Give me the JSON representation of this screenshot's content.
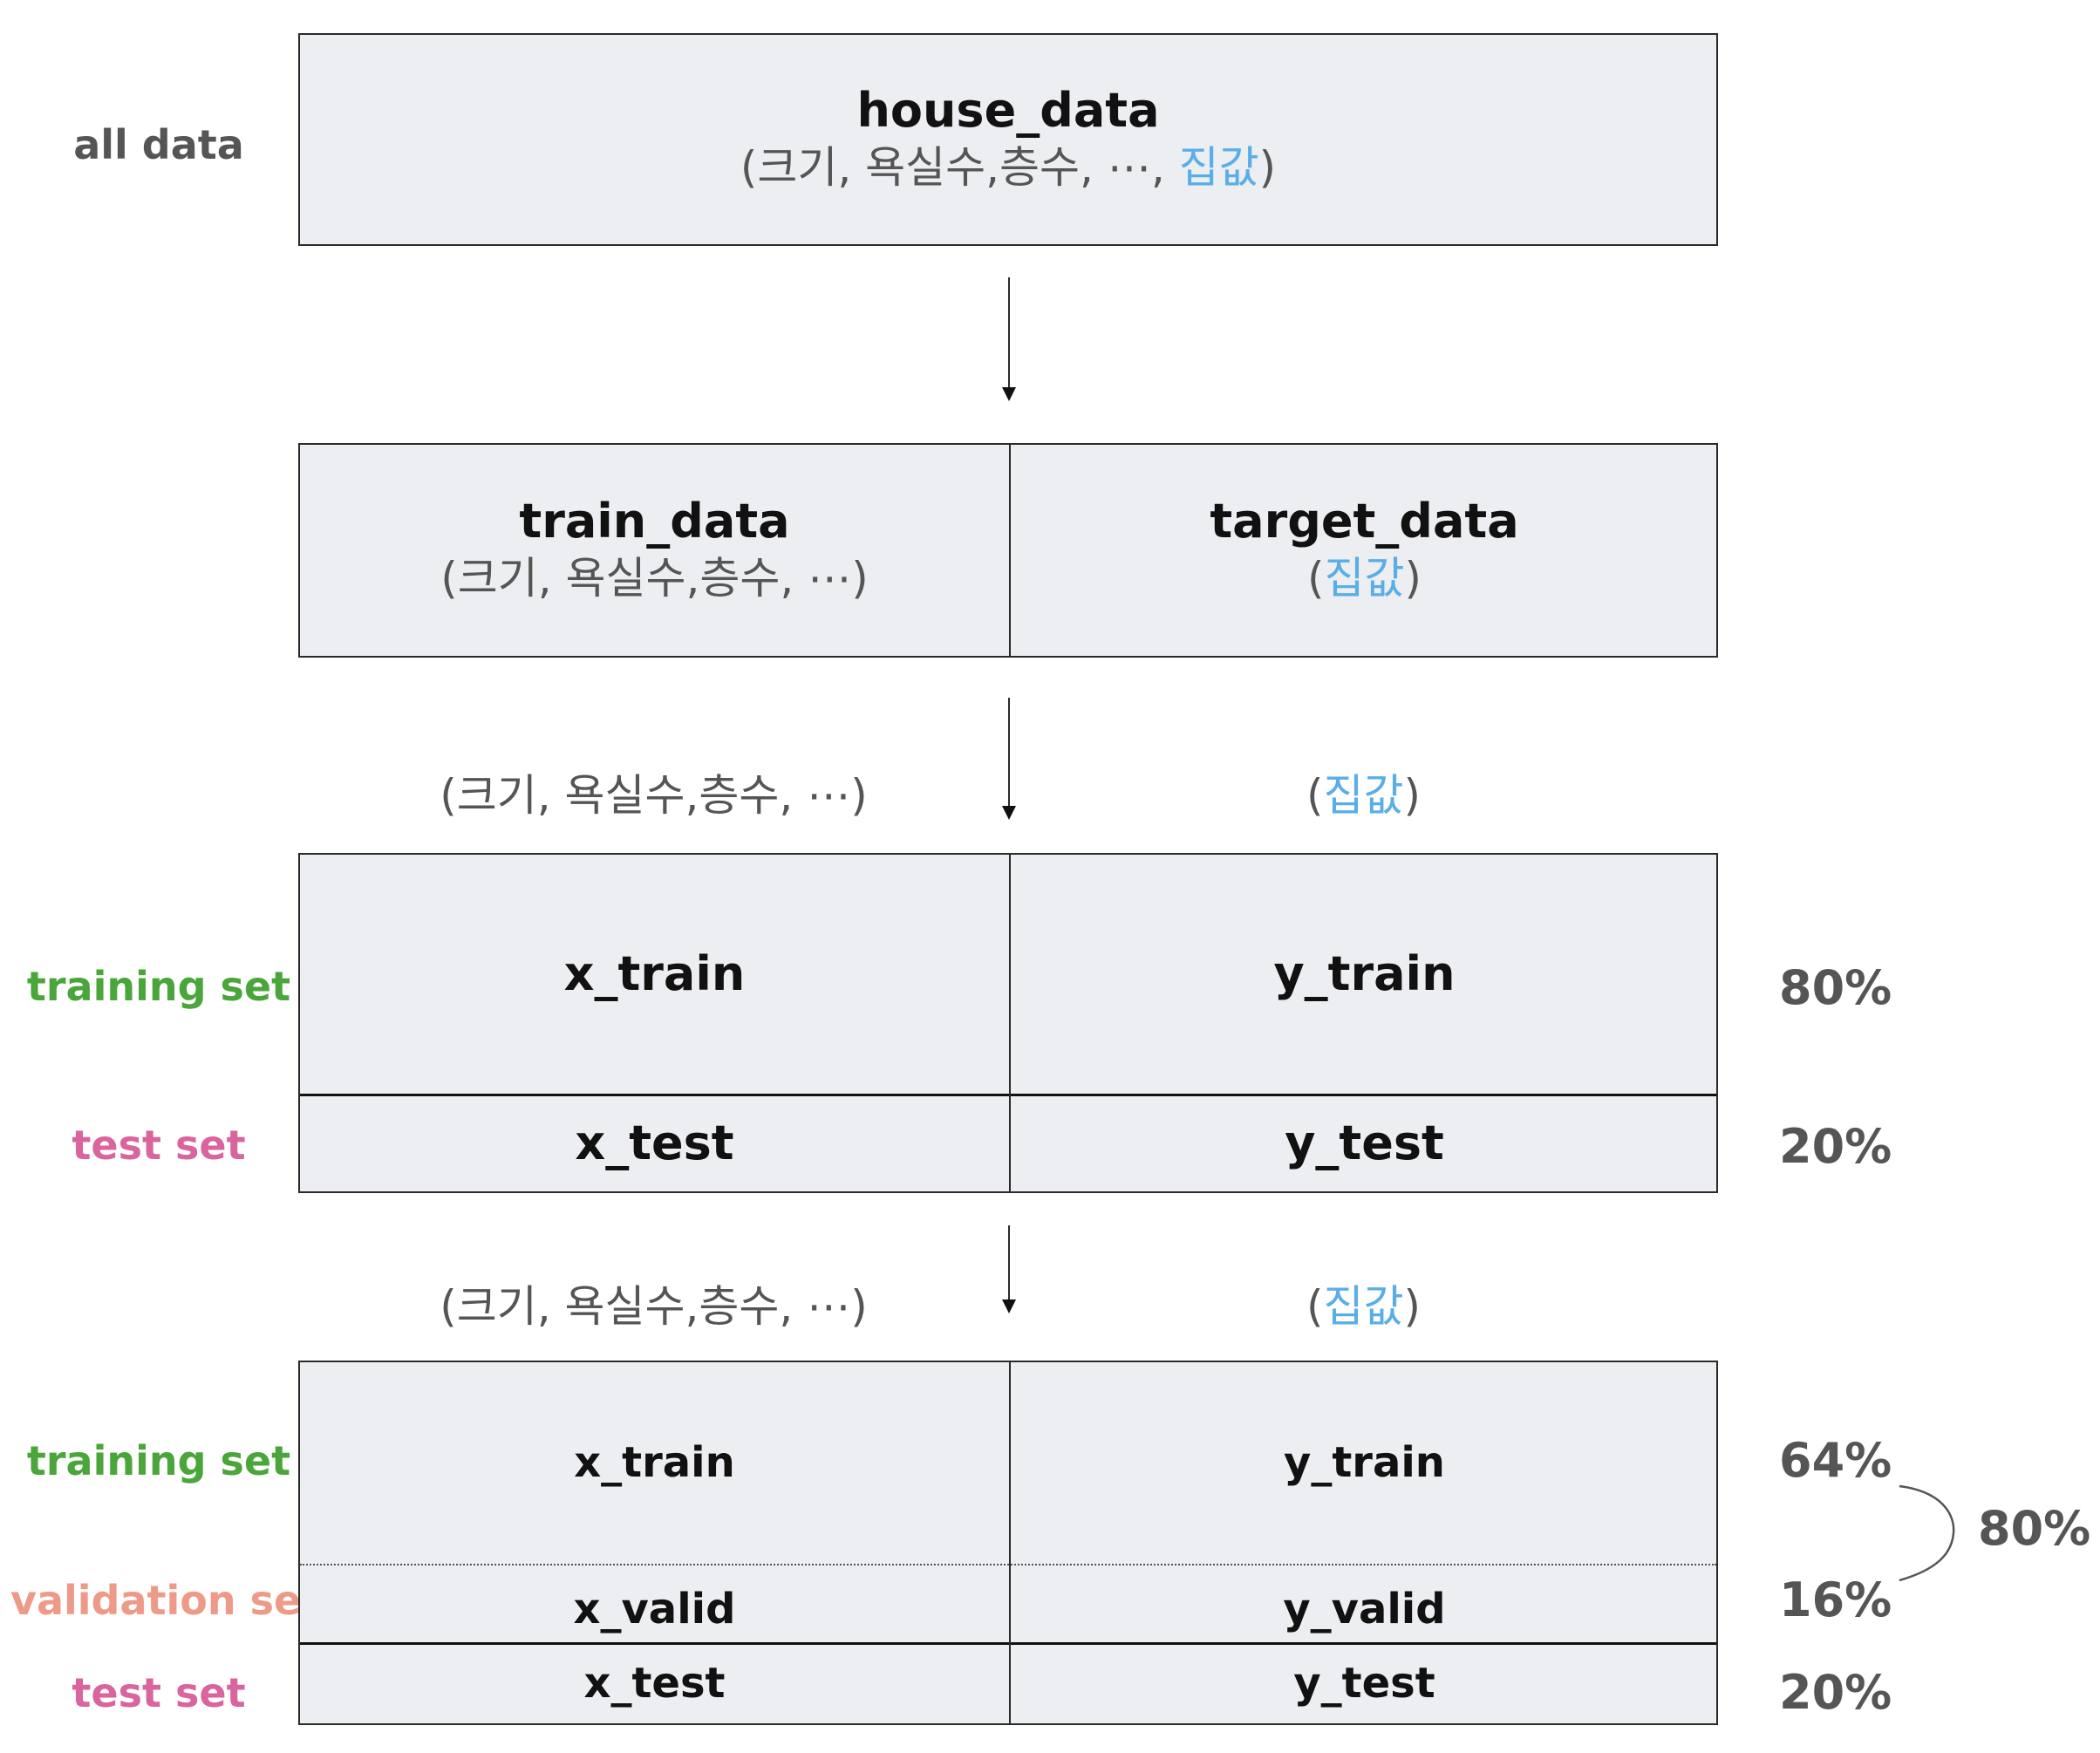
{
  "house_data": {
    "title": "house_data",
    "features": "(크기, 욕실수,층수, ⋯, ",
    "target": "집값",
    "close": ")"
  },
  "row_labels": {
    "all_data": "all data",
    "training_set": "training set",
    "test_set": "test set",
    "validation_set": "validation set"
  },
  "split1": {
    "train_title": "train_data",
    "train_sub": "(크기, 욕실수,층수, ⋯)",
    "target_title": "target_data",
    "target_open": "(",
    "target_value": "집값",
    "target_close": ")"
  },
  "split2": {
    "features_caption": "(크기, 욕실수,층수, ⋯)",
    "target_open": "(",
    "target_value": "집값",
    "target_close": ")",
    "x_train": "x_train",
    "y_train": "y_train",
    "x_test": "x_test",
    "y_test": "y_test",
    "train_pct": "80%",
    "test_pct": "20%"
  },
  "split3": {
    "features_caption": "(크기, 욕실수,층수, ⋯)",
    "target_open": "(",
    "target_value": "집값",
    "target_close": ")",
    "x_train": "x_train",
    "y_train": "y_train",
    "x_valid": "x_valid",
    "y_valid": "y_valid",
    "x_test": "x_test",
    "y_test": "y_test",
    "train_pct": "64%",
    "valid_pct": "16%",
    "test_pct": "20%",
    "combined_pct": "80%"
  },
  "colors": {
    "box_fill": "#eceef2",
    "border": "#2a2a2a",
    "target_blue": "#5aaee8",
    "training_green": "#4aa63a",
    "test_pink": "#d9649e",
    "validation_salmon": "#ee9a88",
    "label_gray": "#555555"
  }
}
